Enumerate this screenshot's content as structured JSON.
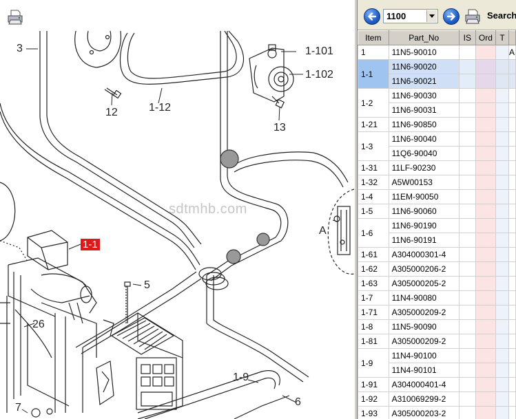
{
  "diagram": {
    "watermark": "sdtmhb.com",
    "callouts": [
      {
        "id": "c3",
        "label": "3"
      },
      {
        "id": "c12",
        "label": "12"
      },
      {
        "id": "c1-12",
        "label": "1-12"
      },
      {
        "id": "c1-101",
        "label": "1-101"
      },
      {
        "id": "c1-102",
        "label": "1-102"
      },
      {
        "id": "c13",
        "label": "13"
      },
      {
        "id": "c1-1",
        "label": "1-1"
      },
      {
        "id": "c5",
        "label": "5"
      },
      {
        "id": "c26",
        "label": "26"
      },
      {
        "id": "cA",
        "label": "A"
      },
      {
        "id": "c1-9",
        "label": "1-9"
      },
      {
        "id": "c6",
        "label": "6"
      },
      {
        "id": "c7",
        "label": "7"
      }
    ]
  },
  "toolbar": {
    "page_value": "1100",
    "search_label": "Search"
  },
  "table": {
    "headers": {
      "item": "Item",
      "part_no": "Part_No",
      "is": "IS",
      "ord": "Ord",
      "t": "T"
    },
    "rows": [
      {
        "item": "1",
        "parts": [
          "11N5-90010"
        ]
      },
      {
        "item": "1-1",
        "parts": [
          "11N6-90020",
          "11N6-90021"
        ],
        "selected": true
      },
      {
        "item": "1-2",
        "parts": [
          "11N6-90030",
          "11N6-90031"
        ]
      },
      {
        "item": "1-21",
        "parts": [
          "11N6-90850"
        ]
      },
      {
        "item": "1-3",
        "parts": [
          "11N6-90040",
          "11Q6-90040"
        ]
      },
      {
        "item": "1-31",
        "parts": [
          "11LF-90230"
        ]
      },
      {
        "item": "1-32",
        "parts": [
          "A5W00153"
        ]
      },
      {
        "item": "1-4",
        "parts": [
          "11EM-90050"
        ]
      },
      {
        "item": "1-5",
        "parts": [
          "11N6-90060"
        ]
      },
      {
        "item": "1-6",
        "parts": [
          "11N6-90190",
          "11N6-90191"
        ]
      },
      {
        "item": "1-61",
        "parts": [
          "A304000301-4"
        ]
      },
      {
        "item": "1-62",
        "parts": [
          "A305000206-2"
        ]
      },
      {
        "item": "1-63",
        "parts": [
          "A305000205-2"
        ]
      },
      {
        "item": "1-7",
        "parts": [
          "11N4-90080"
        ]
      },
      {
        "item": "1-71",
        "parts": [
          "A305000209-2"
        ]
      },
      {
        "item": "1-8",
        "parts": [
          "11N5-90090"
        ]
      },
      {
        "item": "1-81",
        "parts": [
          "A305000209-2"
        ]
      },
      {
        "item": "1-9",
        "parts": [
          "11N4-90100",
          "11N4-90101"
        ]
      },
      {
        "item": "1-91",
        "parts": [
          "A304000401-4"
        ]
      },
      {
        "item": "1-92",
        "parts": [
          "A310069299-2"
        ]
      },
      {
        "item": "1-93",
        "parts": [
          "A305000203-2"
        ]
      }
    ],
    "first_row_extra": "A"
  },
  "colors": {
    "selected_item": "#9fc4ef",
    "ord_column": "#fde4e4",
    "callout_highlight": "#e01818",
    "nav_button": "#1f5fc8"
  }
}
